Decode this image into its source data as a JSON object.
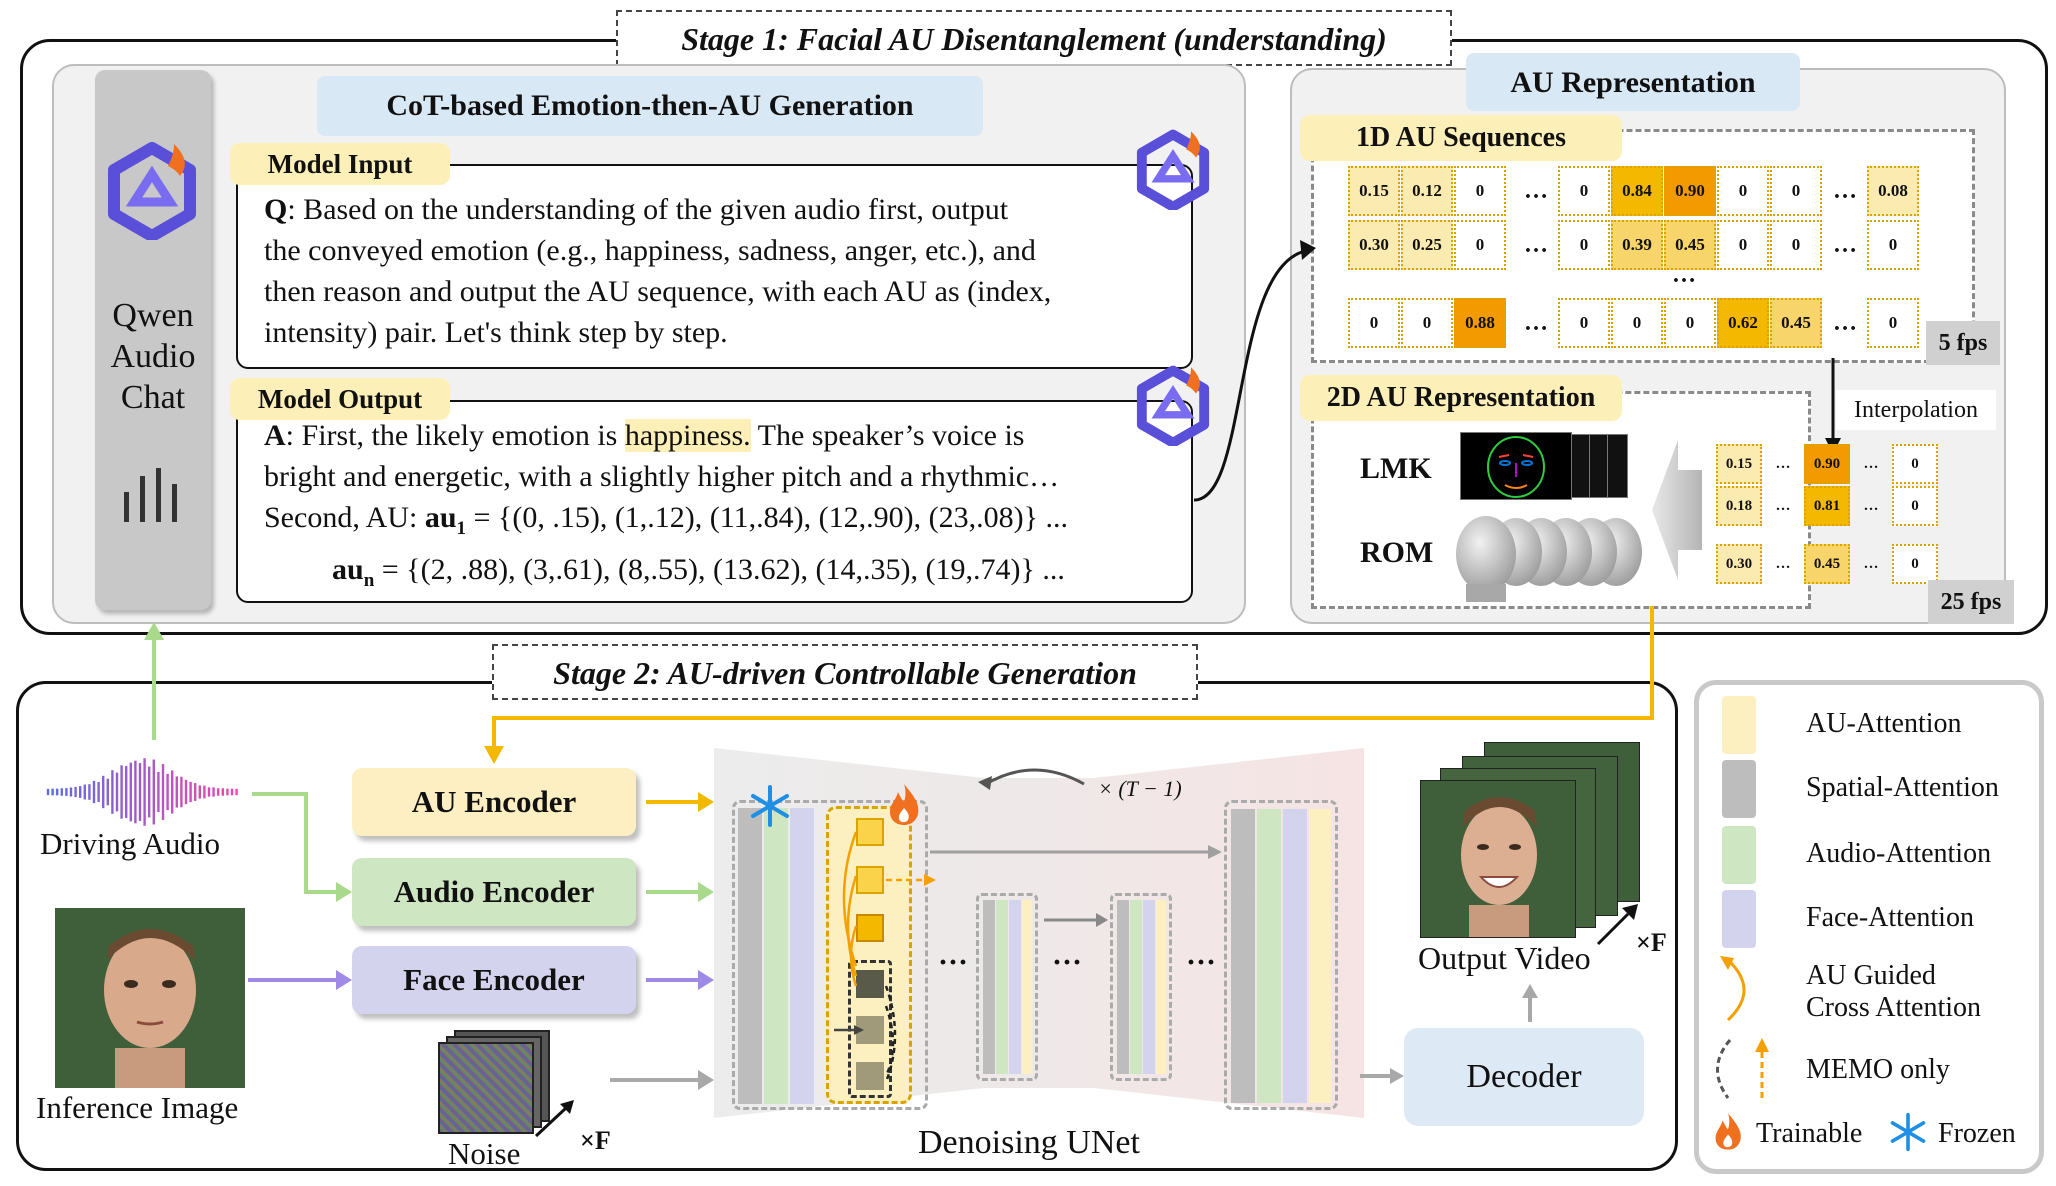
{
  "stage1": {
    "title": "Stage 1: Facial AU Disentanglement (understanding)",
    "model_name_lines": [
      "Qwen",
      "Audio",
      "Chat"
    ],
    "cot_header": "CoT-based Emotion-then-AU Generation",
    "model_input_tag": "Model Input",
    "question_lines": [
      "the conveyed emotion (e.g., happiness, sadness, anger, etc.), and",
      "then reason and output the AU sequence, with each AU as (index,",
      "intensity) pair. Let's think step by step."
    ],
    "q_label": "Q",
    "q_first_line": ": Based on the understanding of the given audio first, output",
    "model_output_tag": "Model Output",
    "a_label": "A",
    "a_first_part": ": First, the likely emotion is ",
    "a_emotion": "happiness.",
    "a_first_rest": " The speaker’s voice is",
    "a_line2": "bright and energetic, with a slightly higher pitch and a rhythmic…",
    "a_line3": "Second, AU: ",
    "au1_label": "au",
    "au1_sub": "1",
    "au1_values": " = {(0, .15), (1,.12), (11,.84), (12,.90), (23,.08)}",
    "aun_label": "au",
    "aun_sub": "n",
    "aun_values": " = {(2, .88), (3,.61), (8,.55), (13.62), (14,.35), (19,.74)}",
    "trailing_dots": "..."
  },
  "au_representation": {
    "header": "AU Representation",
    "seq_tag": "1D AU Sequences",
    "rows_1d": [
      [
        "0.15",
        "0.12",
        "0",
        "…",
        "0",
        "0.84",
        "0.90",
        "0",
        "0",
        "…",
        "0.08"
      ],
      [
        "0.30",
        "0.25",
        "0",
        "…",
        "0",
        "0.39",
        "0.45",
        "0",
        "0",
        "…",
        "0"
      ],
      [
        "0",
        "0",
        "0.88",
        "…",
        "0",
        "0",
        "0",
        "0.62",
        "0.45",
        "…",
        "0"
      ]
    ],
    "vertical_dots": "…",
    "fps_1d": "5 fps",
    "interpolation_label": "Interpolation",
    "rep2d_tag": "2D AU Representation",
    "lmk_label": "LMK",
    "rom_label": "ROM",
    "rows_2d": [
      [
        "0.15",
        "…",
        "0.90",
        "…",
        "0"
      ],
      [
        "0.18",
        "…",
        "0.81",
        "…",
        "0"
      ],
      [
        "0.30",
        "…",
        "0.45",
        "…",
        "0"
      ]
    ],
    "fps_2d": "25 fps"
  },
  "stage2": {
    "title": "Stage 2: AU-driven Controllable Generation",
    "driving_audio_label": "Driving Audio",
    "inference_image_label": "Inference Image",
    "noise_label": "Noise",
    "times_f": "×F",
    "au_encoder": "AU Encoder",
    "audio_encoder": "Audio Encoder",
    "face_encoder": "Face Encoder",
    "loop_label": "× (T − 1)",
    "unet_label": "Denoising UNet",
    "decoder_label": "Decoder",
    "output_video_label": "Output Video",
    "dots": "···"
  },
  "legend": {
    "items": [
      {
        "label": "AU-Attention",
        "color": "#fdf0c0"
      },
      {
        "label": "Spatial-Attention",
        "color": "#bdbdbd"
      },
      {
        "label": "Audio-Attention",
        "color": "#cfe6c2"
      },
      {
        "label": "Face-Attention",
        "color": "#d4d3ee"
      }
    ],
    "au_guided_lines": [
      "AU Guided",
      "Cross Attention"
    ],
    "memo_only": "MEMO only",
    "trainable": "Trainable",
    "frozen": "Frozen"
  },
  "colors": {
    "au_yellow": "#f5b800",
    "audio_green": "#a9d98a",
    "face_purple": "#a08ae8",
    "panel_gray": "#f1f1f1",
    "header_blue": "#d9e8f5"
  }
}
